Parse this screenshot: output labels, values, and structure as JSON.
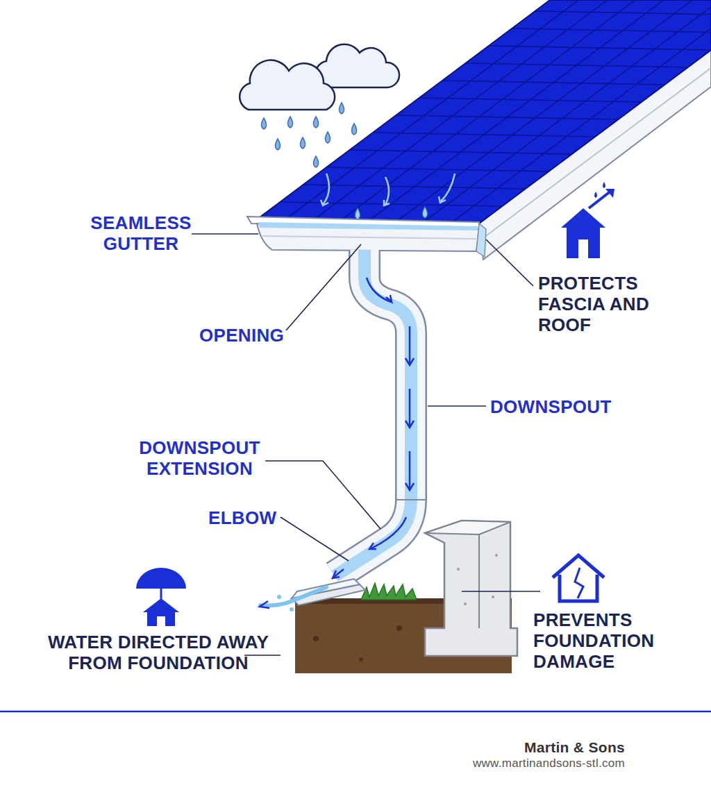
{
  "diagram": {
    "labels": [
      "SEAMLESS GUTTER",
      "OPENING",
      "DOWNSPOUT",
      "DOWNSPOUT EXTENSION",
      "ELBOW",
      "PROTECTS FASCIA AND ROOF",
      "WATER DIRECTED AWAY FROM FOUNDATION",
      "PREVENTS FOUNDATION DAMAGE",
      "Martin & Sons",
      "www.martinandsons-stl.com"
    ]
  }
}
